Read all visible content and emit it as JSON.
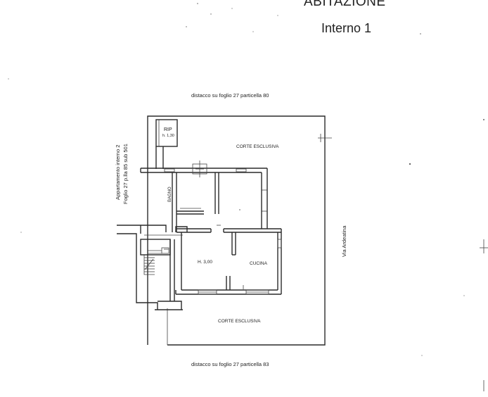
{
  "title": "ABITAZIONE",
  "subtitle": "Interno 1",
  "boundaries": {
    "top": "distacco su foglio 27 particella 80",
    "bottom": "distacco su foglio 27 particella 83",
    "right": "Via Ardeatina",
    "left_line1": "Appartamento interno 2",
    "left_line2": "Foglio 27 p.lla 85 sub 501"
  },
  "rooms": {
    "rip": "RIP",
    "rip_height": "h. 1,30",
    "corte_top": "CORTE ESCLUSIVA",
    "corte_bottom": "CORTE ESCLUSIVA",
    "bagno": "BAGNO",
    "cucina": "CUCINA",
    "height_main": "H. 3,00"
  }
}
